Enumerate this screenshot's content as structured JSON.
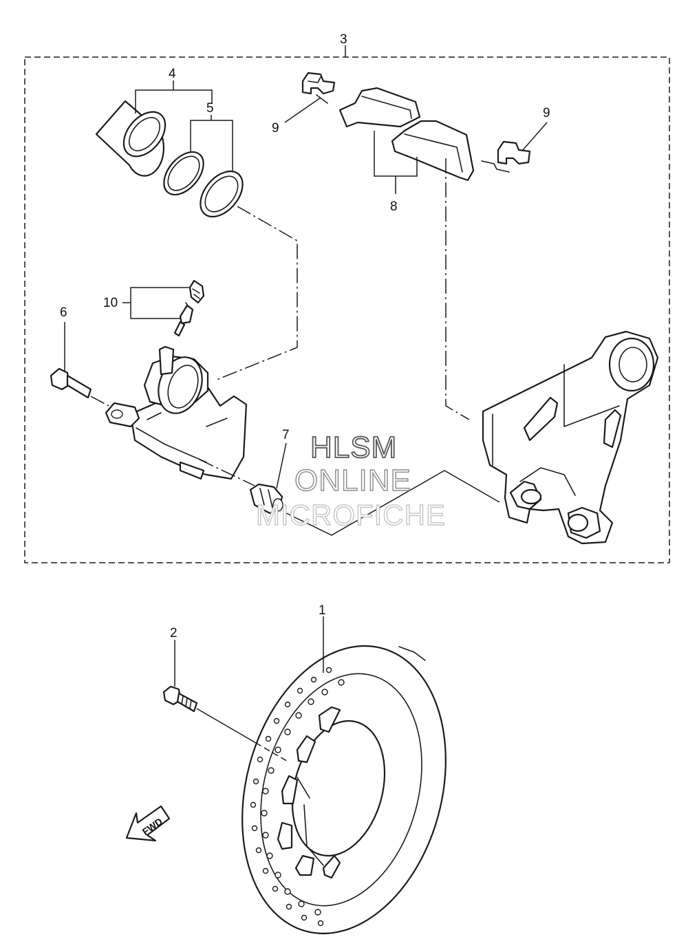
{
  "callouts": {
    "p1": "1",
    "p2": "2",
    "p3": "3",
    "p4": "4",
    "p5": "5",
    "p6": "6",
    "p7": "7",
    "p8": "8",
    "p9_left": "9",
    "p9_right": "9",
    "p10": "10"
  },
  "watermark": {
    "line1": "HLSM",
    "line2": "ONLINE",
    "line3": "MICROFICHE"
  },
  "direction_arrow": {
    "label": "FWD",
    "icon": "fwd-arrow-icon"
  },
  "colors": {
    "line": "#1a1a1a",
    "background": "#ffffff"
  }
}
